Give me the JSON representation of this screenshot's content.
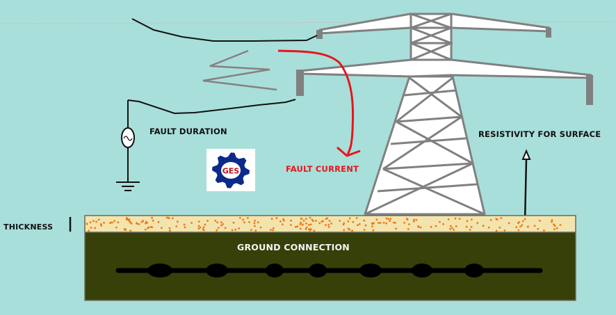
{
  "diagram": {
    "title": "Grounding system fault diagram",
    "labels": {
      "fault_duration": "FAULT DURATION",
      "fault_current": "FAULT CURRENT",
      "resistivity_surface": "RESISTIVITY FOR SURFACE",
      "thickness": "THICKNESS",
      "ground_connection": "GROUND CONNECTION"
    },
    "logo": {
      "text": "GES",
      "icon": "gear-icon"
    },
    "electrode_node_count": 7,
    "colors": {
      "background": "#a8dfda",
      "tower": "#808080",
      "tower_fill": "#ffffff",
      "fault_current": "#e8141c",
      "surface_layer": "#f3e4ae",
      "surface_dots": "#f07818",
      "ground": "#364008",
      "electrode": "#000000",
      "logo_gear": "#0b2a8a",
      "logo_text": "#c0141c"
    }
  }
}
